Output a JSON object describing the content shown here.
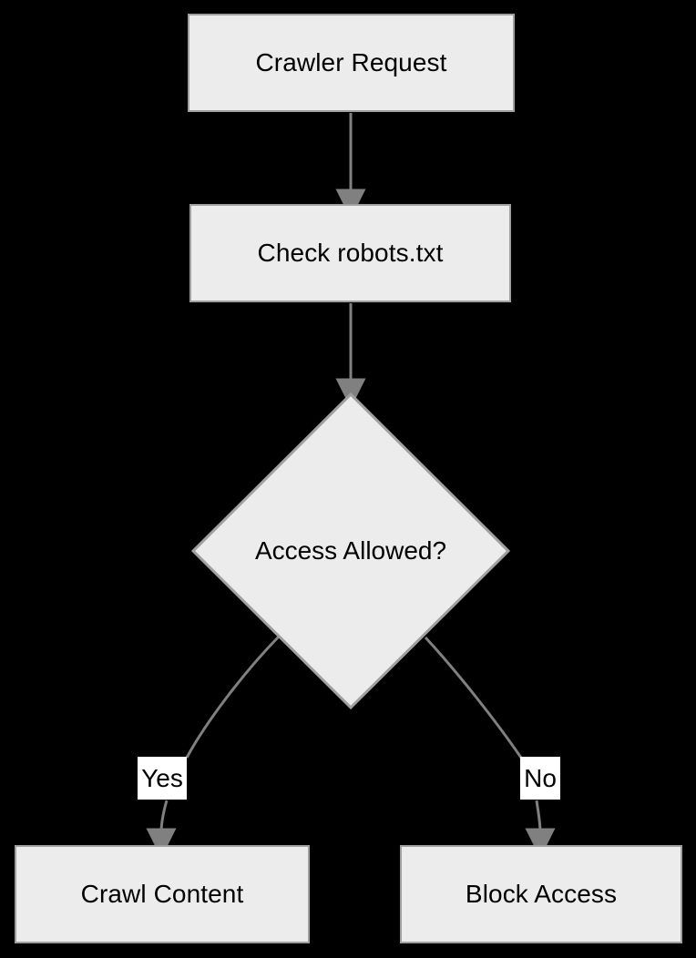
{
  "diagram": {
    "type": "flowchart",
    "orientation": "top-to-bottom",
    "background_color": "#000000",
    "node_fill_color": "#ececec",
    "node_border_color": "#a0a0a0",
    "edge_color": "#808080",
    "text_color": "#000000",
    "label_background_color": "#ffffff",
    "nodes": [
      {
        "id": "crawler-request",
        "label": "Crawler Request",
        "shape": "rectangle"
      },
      {
        "id": "check-robots",
        "label": "Check robots.txt",
        "shape": "rectangle"
      },
      {
        "id": "access-allowed",
        "label": "Access Allowed?",
        "shape": "diamond"
      },
      {
        "id": "crawl-content",
        "label": "Crawl Content",
        "shape": "rectangle"
      },
      {
        "id": "block-access",
        "label": "Block Access",
        "shape": "rectangle"
      }
    ],
    "edges": [
      {
        "from": "crawler-request",
        "to": "check-robots",
        "label": ""
      },
      {
        "from": "check-robots",
        "to": "access-allowed",
        "label": ""
      },
      {
        "from": "access-allowed",
        "to": "crawl-content",
        "label": "Yes"
      },
      {
        "from": "access-allowed",
        "to": "block-access",
        "label": "No"
      }
    ],
    "edge_labels": {
      "yes": "Yes",
      "no": "No"
    }
  }
}
